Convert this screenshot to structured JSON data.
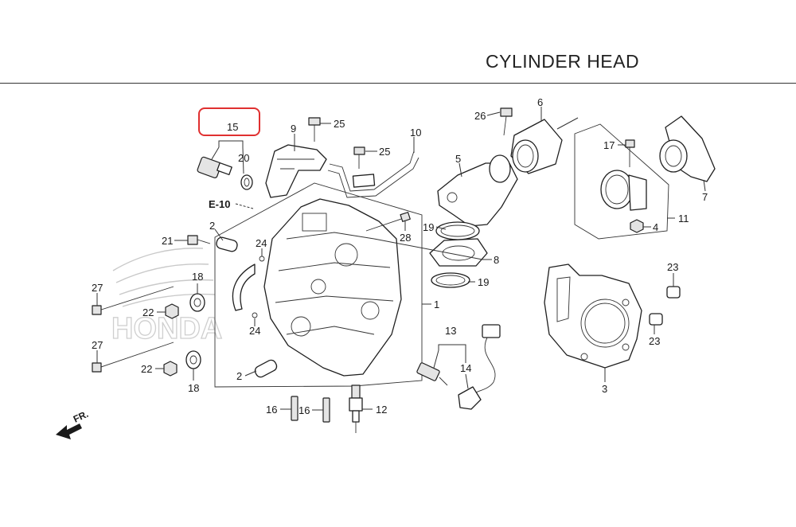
{
  "title": "CYLINDER HEAD",
  "highlight_color": "#e03030",
  "section_ref": "E-10",
  "direction_label": "FR.",
  "watermark": "HONDA",
  "callouts": [
    {
      "id": "c15",
      "text": "15"
    },
    {
      "id": "c20",
      "text": "20"
    },
    {
      "id": "c9",
      "text": "9"
    },
    {
      "id": "c25a",
      "text": "25"
    },
    {
      "id": "c25b",
      "text": "25"
    },
    {
      "id": "c10",
      "text": "10"
    },
    {
      "id": "c26",
      "text": "26"
    },
    {
      "id": "c6",
      "text": "6"
    },
    {
      "id": "c5",
      "text": "5"
    },
    {
      "id": "c17",
      "text": "17"
    },
    {
      "id": "c7",
      "text": "7"
    },
    {
      "id": "c11",
      "text": "11"
    },
    {
      "id": "c4",
      "text": "4"
    },
    {
      "id": "c2a",
      "text": "2"
    },
    {
      "id": "c21",
      "text": "21"
    },
    {
      "id": "c24a",
      "text": "24"
    },
    {
      "id": "c28",
      "text": "28"
    },
    {
      "id": "c19a",
      "text": "19"
    },
    {
      "id": "c8",
      "text": "8"
    },
    {
      "id": "c19b",
      "text": "19"
    },
    {
      "id": "c23a",
      "text": "23"
    },
    {
      "id": "c27a",
      "text": "27"
    },
    {
      "id": "c18a",
      "text": "18"
    },
    {
      "id": "c22a",
      "text": "22"
    },
    {
      "id": "c1",
      "text": "1"
    },
    {
      "id": "c24b",
      "text": "24"
    },
    {
      "id": "c23b",
      "text": "23"
    },
    {
      "id": "c27b",
      "text": "27"
    },
    {
      "id": "c22b",
      "text": "22"
    },
    {
      "id": "c18b",
      "text": "18"
    },
    {
      "id": "c13",
      "text": "13"
    },
    {
      "id": "c14",
      "text": "14"
    },
    {
      "id": "c2b",
      "text": "2"
    },
    {
      "id": "c3",
      "text": "3"
    },
    {
      "id": "c16a",
      "text": "16"
    },
    {
      "id": "c16b",
      "text": "16"
    },
    {
      "id": "c12",
      "text": "12"
    }
  ]
}
